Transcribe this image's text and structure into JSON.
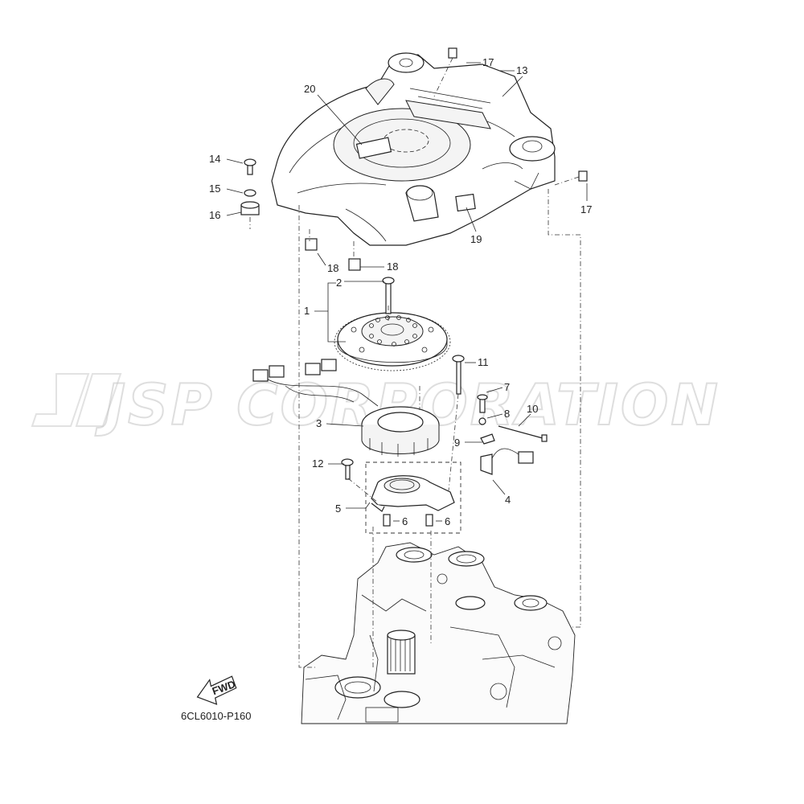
{
  "diagram": {
    "code": "6CL6010-P160",
    "fwd_label": "FWD",
    "watermark": "JSP CORPORATION",
    "callouts": [
      "1",
      "2",
      "3",
      "4",
      "5",
      "6",
      "6",
      "7",
      "8",
      "9",
      "10",
      "11",
      "12",
      "13",
      "14",
      "15",
      "16",
      "17",
      "17",
      "18",
      "18",
      "19",
      "20"
    ]
  }
}
